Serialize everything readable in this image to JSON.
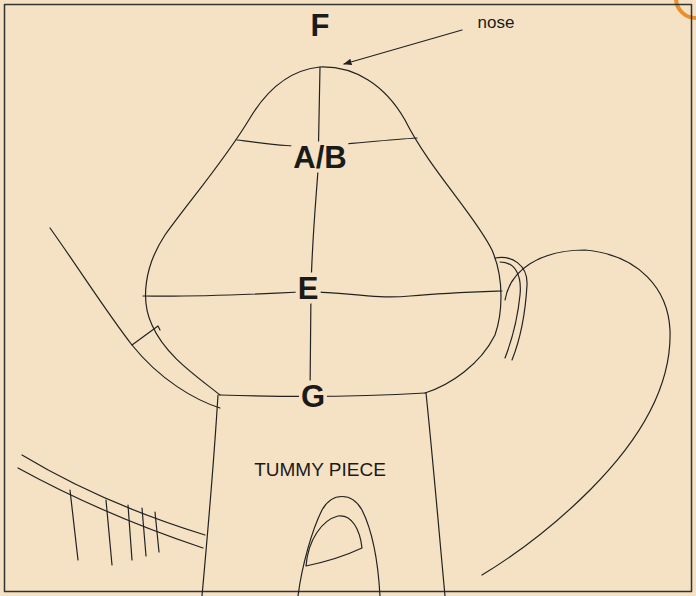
{
  "diagram": {
    "labels": [
      "F",
      "nose",
      "A/B",
      "E",
      "G",
      "TUMMY PIECE"
    ]
  }
}
